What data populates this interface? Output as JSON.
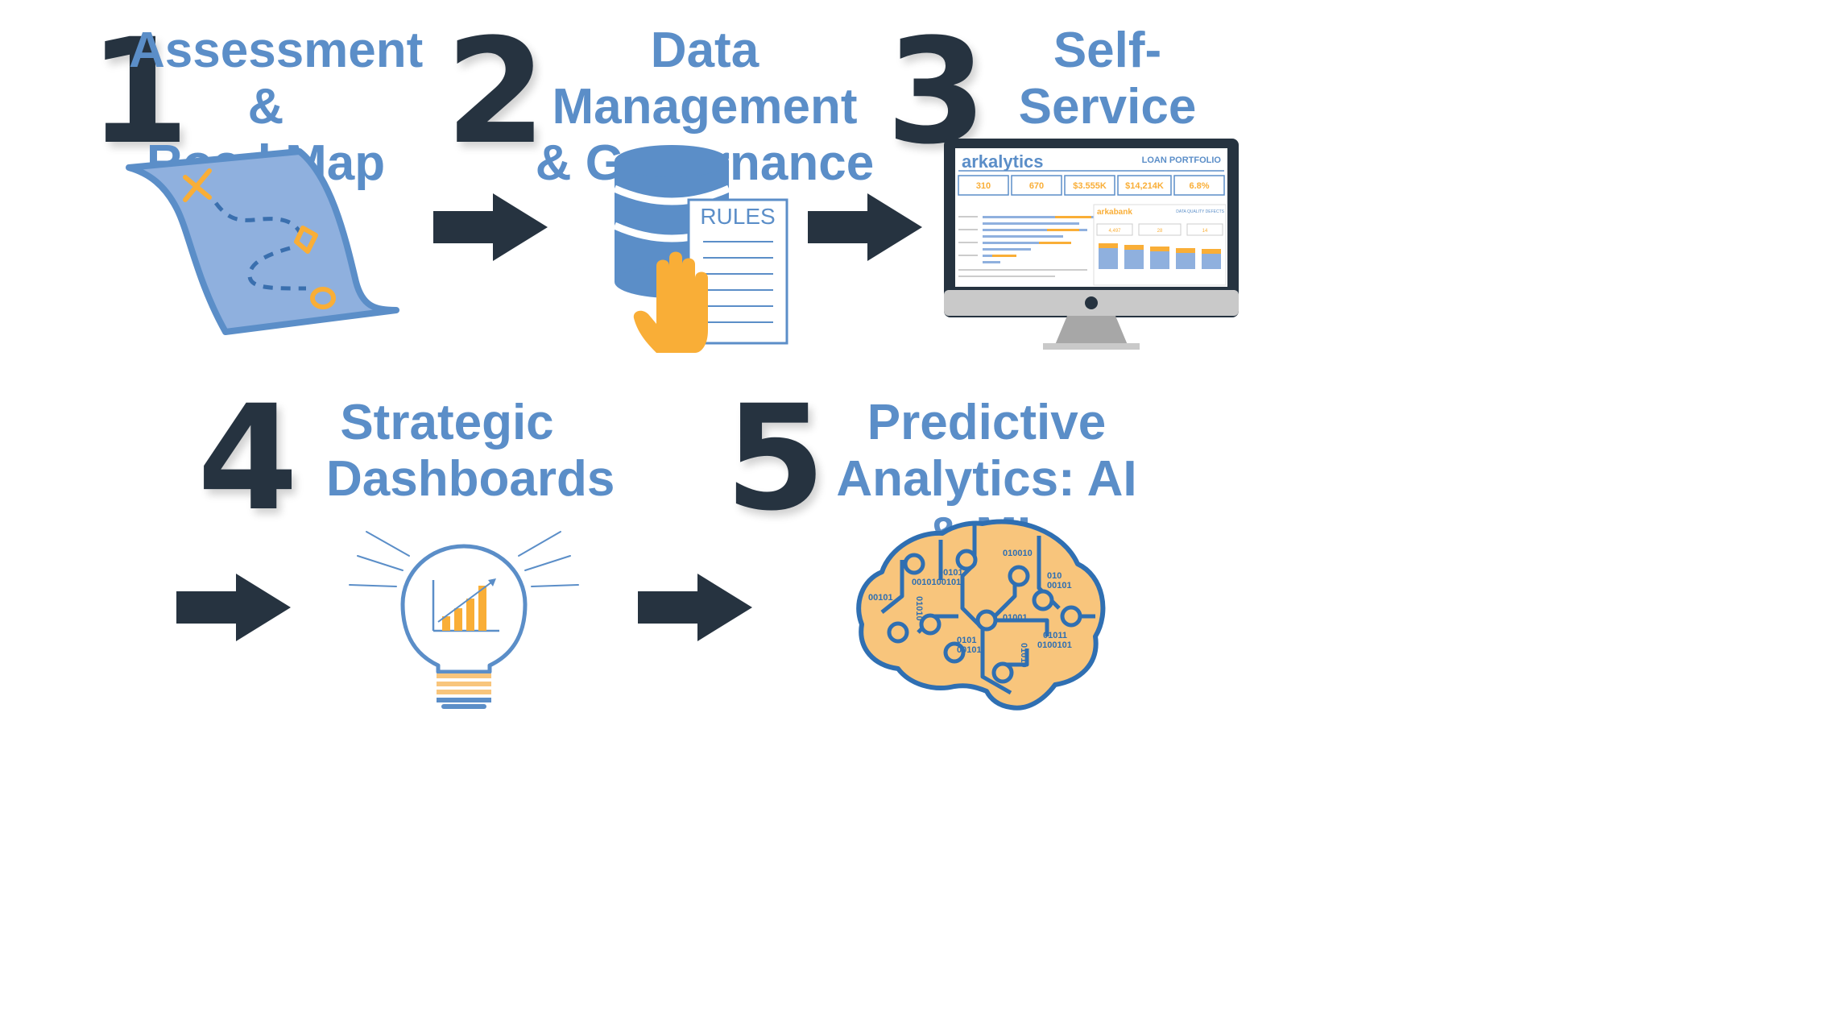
{
  "steps": [
    {
      "number": "1",
      "title": "Assessment &\nRoad Map"
    },
    {
      "number": "2",
      "title": "Data Management\n& Governance"
    },
    {
      "number": "3",
      "title": "Self-Service\nData Analytics"
    },
    {
      "number": "4",
      "title": "Strategic\nDashboards"
    },
    {
      "number": "5",
      "title": "Predictive\nAnalytics: AI & ML"
    }
  ],
  "rules_doc": {
    "label": "RULES"
  },
  "monitor": {
    "brand": "arkalytics",
    "portfolio_title": "LOAN PORTFOLIO",
    "kpis": [
      "310",
      "670",
      "$3.555K",
      "$14,214K",
      "6.8%"
    ],
    "inset_brand": "arkabank",
    "inset_title": "DATA QUALITY DEFECTS",
    "inset_kpis": [
      "4,497",
      "28",
      "14"
    ]
  },
  "brain_binary": [
    "010010",
    "00101",
    "0010100101",
    "010",
    "00101",
    "00101",
    "01010",
    "01001",
    "0101",
    "00101",
    "01011",
    "0100101",
    "01010"
  ],
  "colors": {
    "navy": "#263340",
    "blue": "#5b8ec8",
    "light_blue": "#8fb0de",
    "orange": "#f9ae37",
    "tan": "#f8c57c"
  }
}
